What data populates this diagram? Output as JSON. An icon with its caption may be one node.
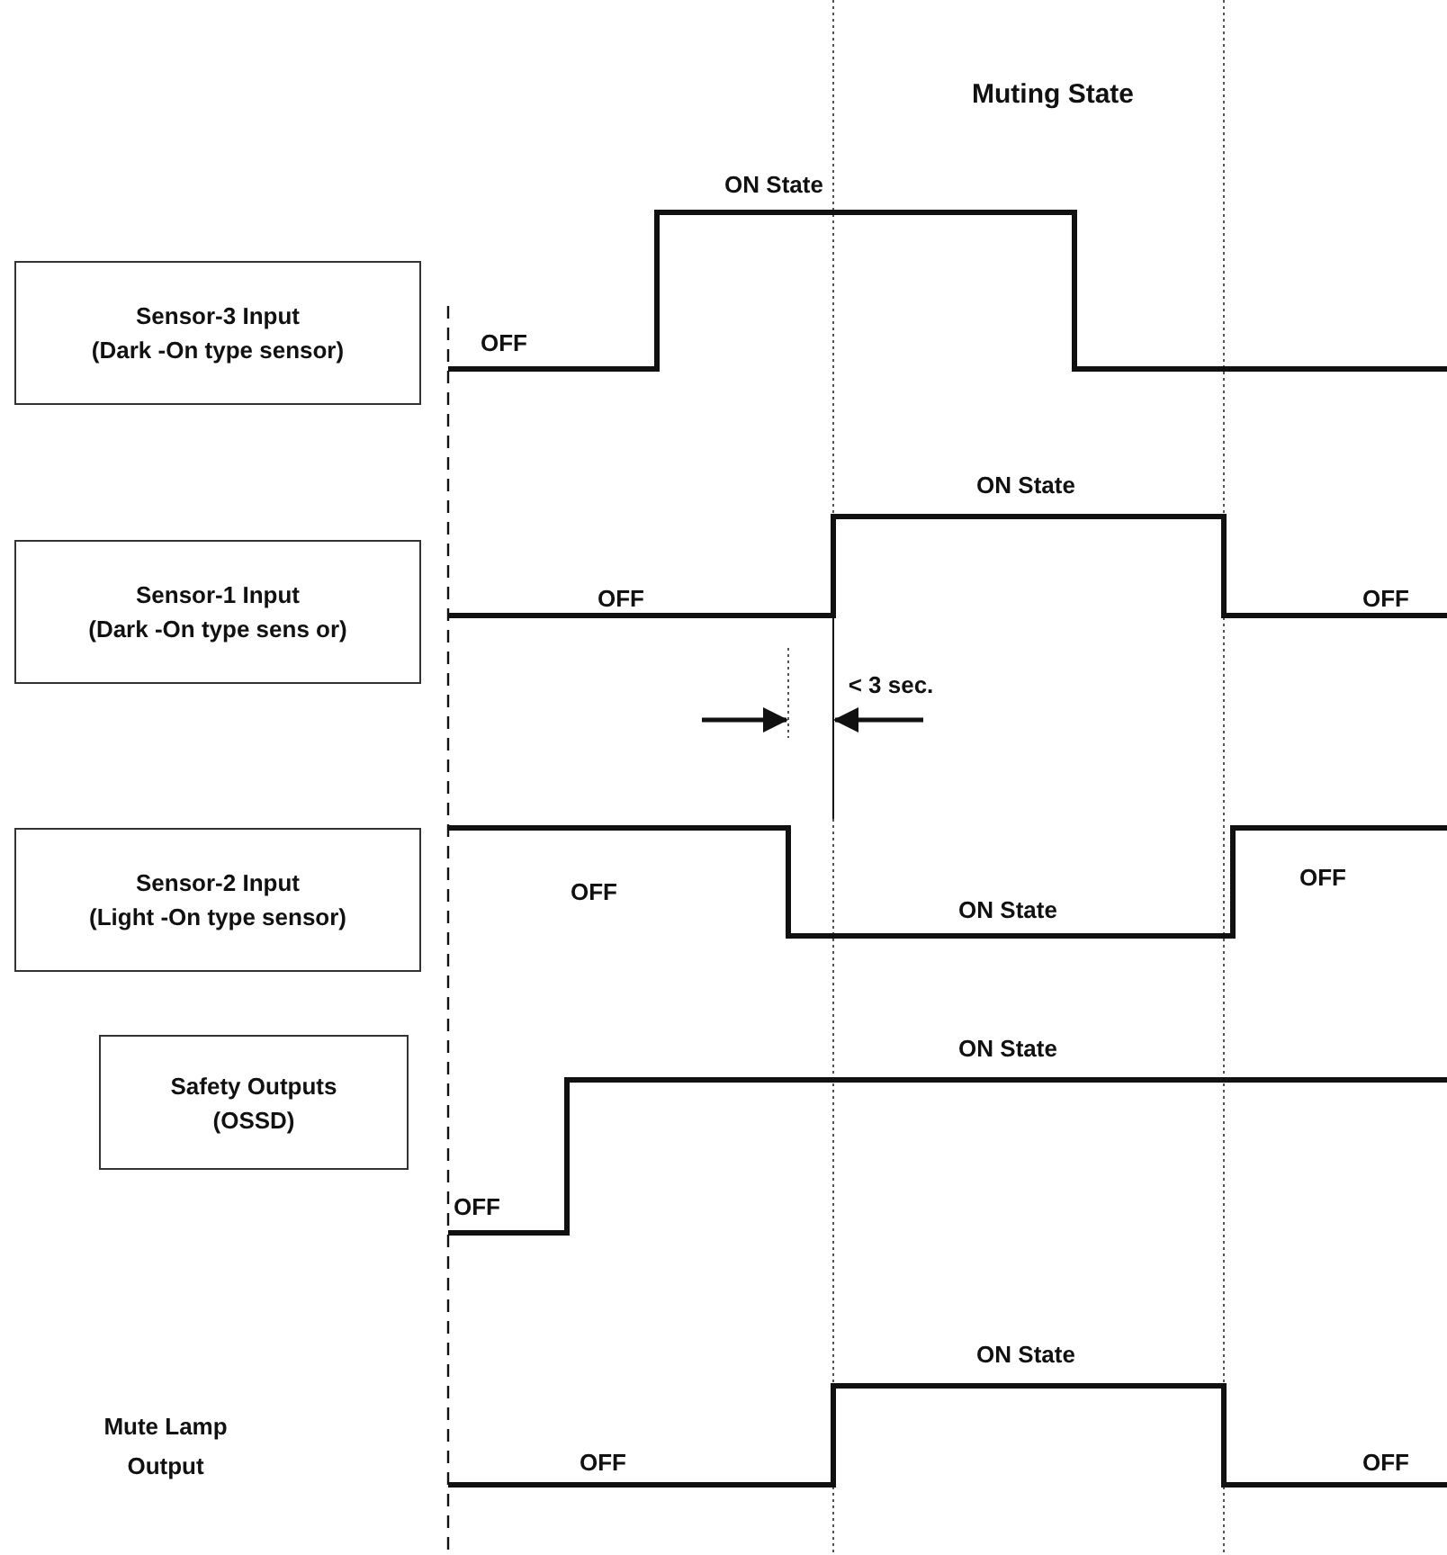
{
  "diagram": {
    "nodes": [
      {
        "text": [
          "Sensor-3 Input",
          "(Dark -On type sensor)"
        ]
      },
      {
        "text": [
          "Sensor-1 Input",
          "(Dark -On type sens or)"
        ]
      },
      {
        "text": [
          "Sensor-2 Input",
          "(Light -On type sensor)"
        ]
      },
      {
        "text": [
          "Safety Outputs (OSSD)"
        ]
      }
    ],
    "edges": [],
    "labels": [
      "Muting State",
      "ON State",
      "OFF",
      "ON State",
      "OFF",
      "OFF",
      "< 3 sec.",
      "OFF",
      "ON State",
      "OFF",
      "ON State",
      "OFF",
      "Mute Lamp Output",
      "ON State",
      "OFF",
      "OFF"
    ]
  }
}
